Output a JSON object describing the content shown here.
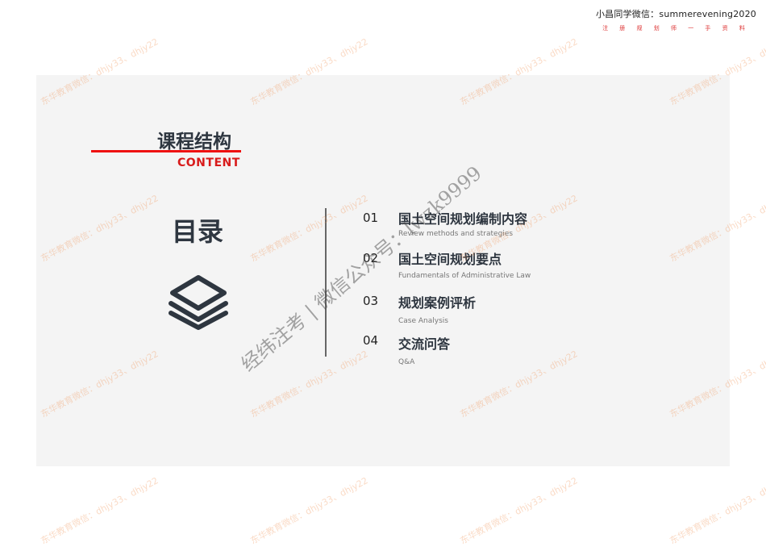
{
  "header": {
    "contact": "小昌同学微信：summerevening2020",
    "tagline": "注 册 规 划 师 一 手 资 料"
  },
  "slide": {
    "title": "课程结构",
    "subtitle": "CONTENT",
    "toc_label": "目录",
    "toc_icon": "layers-icon",
    "items": [
      {
        "num": "01",
        "title": "国土空间规划编制内容",
        "en": "Review methods and strategies"
      },
      {
        "num": "02",
        "title": "国土空间规划要点",
        "en": "Fundamentals of Administrative Law"
      },
      {
        "num": "03",
        "title": "规划案例评析",
        "en": "Case Analysis"
      },
      {
        "num": "04",
        "title": "交流问答",
        "en": "Q&A"
      }
    ]
  },
  "watermarks": {
    "tile": "东华教育微信：dhjy33、dhjy22",
    "overlay": "经纬注考 | 微信公众号：lwzk9999"
  },
  "colors": {
    "accent": "#e11111",
    "text": "#2e3640",
    "slide_bg": "#f4f4f4"
  }
}
